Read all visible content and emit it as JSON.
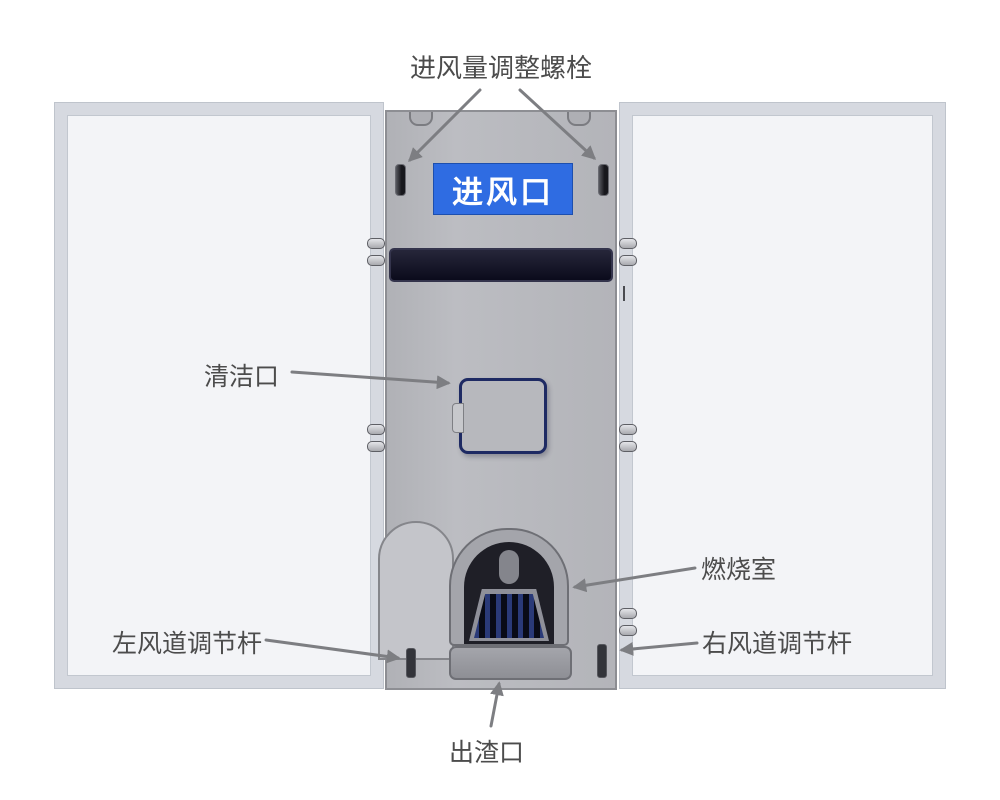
{
  "diagram": {
    "annotations": {
      "air_bolt": "进风量调整螺栓",
      "cleaning_port": "清洁口",
      "combustion_chamber": "燃烧室",
      "left_duct_rod": "左风道调节杆",
      "right_duct_rod": "右风道调节杆",
      "slag_outlet": "出渣口"
    },
    "plate": {
      "air_inlet": "进风口"
    },
    "colors": {
      "air_inlet_plate_bg": "#2f6ce2",
      "air_inlet_plate_text": "#ffffff",
      "annotation_text": "#4c4c4c",
      "arrow": "#7d7e82",
      "machine_body": "#b4b5ba",
      "panel_frame": "#d6d9e0",
      "door_outline": "#1e2a63"
    }
  }
}
